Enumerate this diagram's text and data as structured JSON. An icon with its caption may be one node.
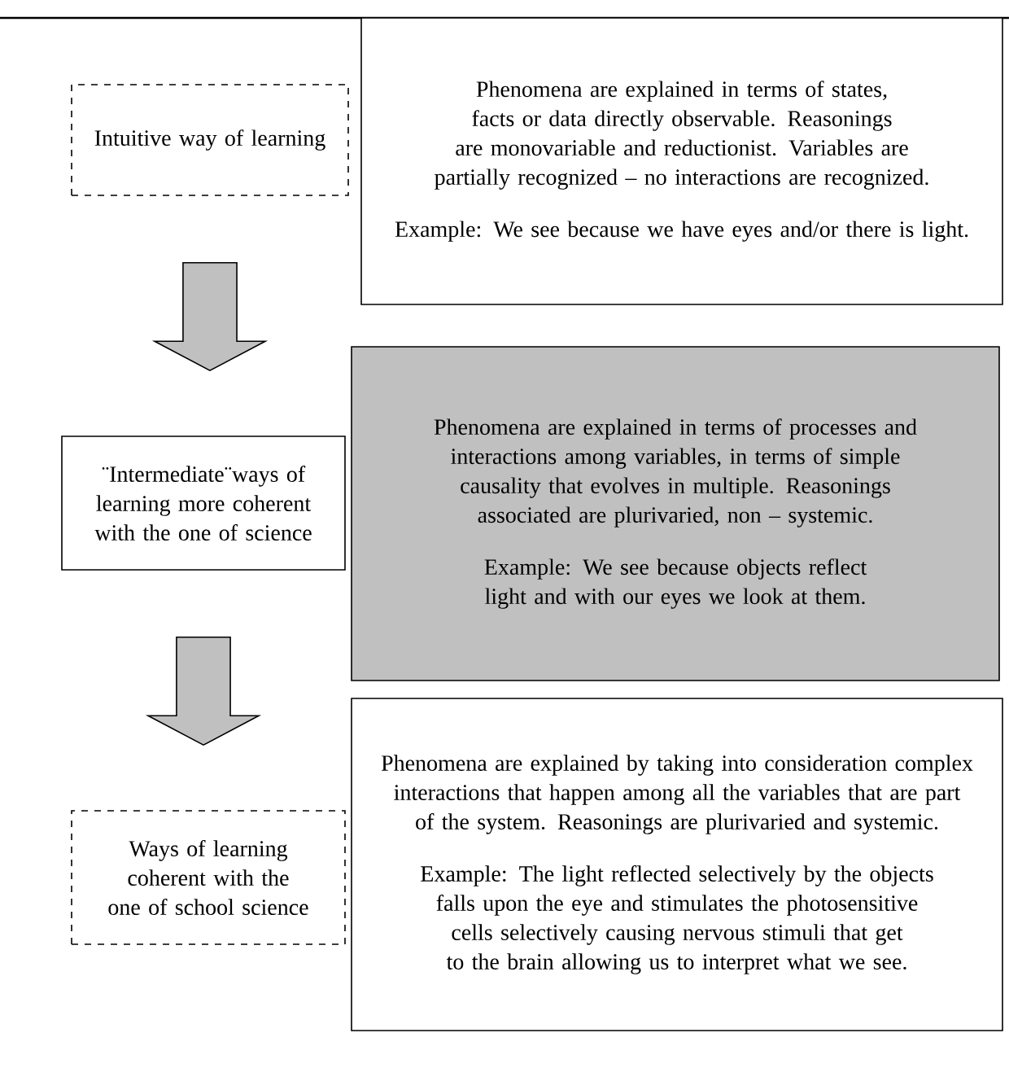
{
  "diagram": {
    "nodes": [
      {
        "text": [
          "Intuitive way of learning"
        ]
      },
      {
        "text": [
          "Phenomena are explained in terms of states, facts or data directly observable. Reasonings are monovariable and reductionist. Variables are partially recognized – no interactions are recognized.",
          "Example: We see because we have eyes and/or there is light."
        ]
      },
      {
        "text": [
          "¨Intermediate¨ways of learning more coherent with the one of science"
        ]
      },
      {
        "text": [
          "Phenomena are explained in terms of  processes and interactions among variables, in terms of simple causality that evolves in multiple. Reasonings associated are plurivaried, non – systemic.",
          "Example: We see because objects reflect light and with our eyes we look at them."
        ]
      },
      {
        "text": [
          "Ways of learning coherent with the one of school science"
        ]
      },
      {
        "text": [
          "Phenomena are explained by taking into consideration complex interactions that happen among all the variables that are part of the system. Reasonings are plurivaried and systemic.",
          "Example: The light reflected selectively by the objects falls upon the eye and stimulates the photosensitive cells selectively causing nervous stimuli that get to  the brain allowing us to interpret what we see."
        ]
      }
    ],
    "edges": [
      {
        "from": 0,
        "to": 2,
        "arrow": "to"
      },
      {
        "from": 2,
        "to": 4,
        "arrow": "to"
      }
    ]
  }
}
